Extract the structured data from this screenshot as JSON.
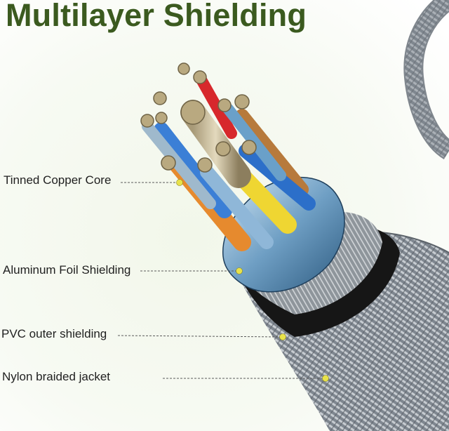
{
  "title": "Multilayer Shielding",
  "callouts": [
    {
      "label": "Tinned Copper Core"
    },
    {
      "label": "Aluminum Foil Shielding"
    },
    {
      "label": "PVC outer shielding"
    },
    {
      "label": "Nylon braided jacket"
    }
  ],
  "colors": {
    "title": "#3b5a1f",
    "accent_dot": "#e8e24a",
    "braid": "#8b939c",
    "foil": "#7fa8c8",
    "pvc": "#1a1a1a"
  }
}
